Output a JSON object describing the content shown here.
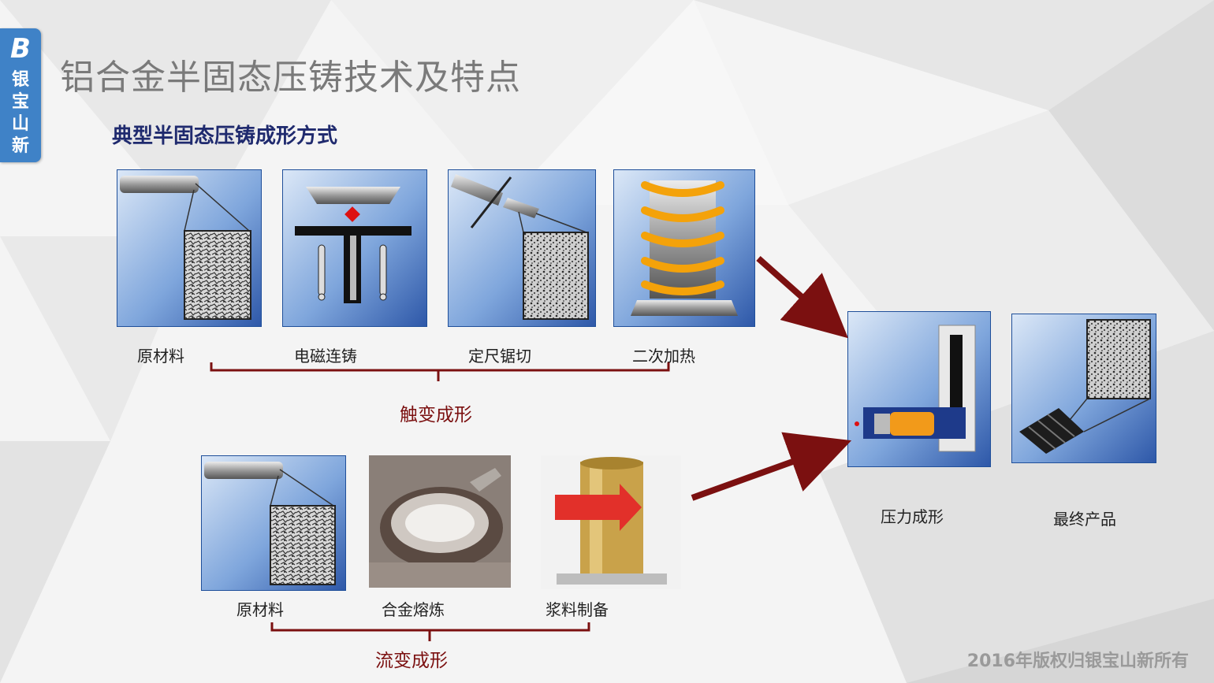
{
  "brand": {
    "logo_text": "银宝山新"
  },
  "slide": {
    "title": "铝合金半固态压铸技术及特点",
    "subtitle": "典型半固态压铸成形方式"
  },
  "thixo": {
    "steps": [
      "原材料",
      "电磁连铸",
      "定尺锯切",
      "二次加热"
    ],
    "group_label": "触变成形"
  },
  "rheo": {
    "steps": [
      "原材料",
      "合金熔炼",
      "浆料制备"
    ],
    "group_label": "流变成形"
  },
  "result": {
    "steps": [
      "压力成形",
      "最终产品"
    ]
  },
  "footer": {
    "copyright": "2016年版权归银宝山新所有"
  },
  "colors": {
    "accent_red": "#7b1010",
    "brand_blue": "#3f82c7",
    "title_gray": "#7a7a7a",
    "subtitle_navy": "#1f2a6e"
  }
}
